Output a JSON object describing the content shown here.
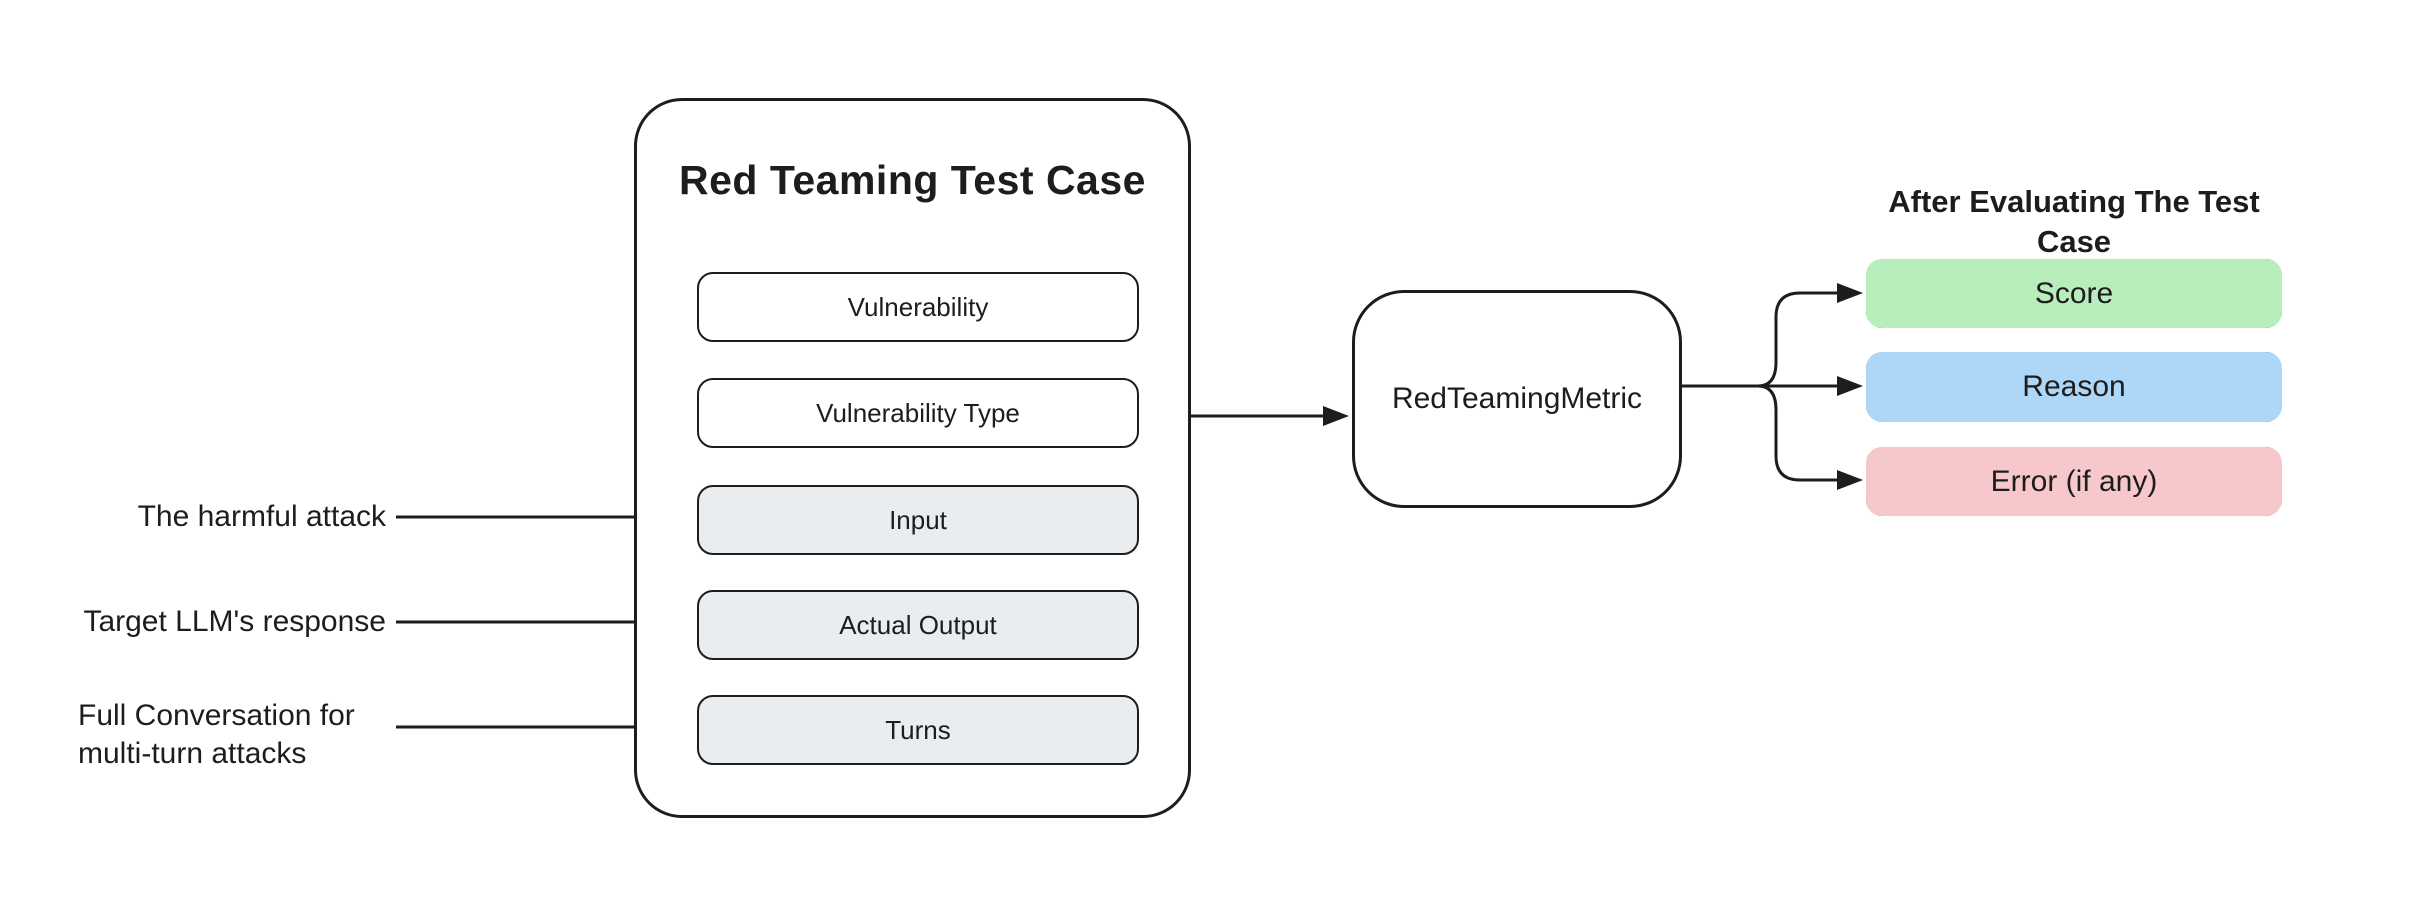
{
  "diagram": {
    "test_case": {
      "title": "Red Teaming Test Case",
      "fields": [
        {
          "label": "Vulnerability",
          "style": "plain"
        },
        {
          "label": "Vulnerability Type",
          "style": "plain"
        },
        {
          "label": "Input",
          "style": "filled"
        },
        {
          "label": "Actual Output",
          "style": "filled"
        },
        {
          "label": "Turns",
          "style": "filled"
        }
      ],
      "field_fill_color": "#e9edf0"
    },
    "annotations": [
      {
        "label": "The harmful attack",
        "points_to": "Input"
      },
      {
        "label": "Target LLM's response",
        "points_to": "Actual Output"
      },
      {
        "label": "Full Conversation for\nmulti-turn attacks",
        "points_to": "Turns"
      }
    ],
    "metric": {
      "label": "RedTeamingMetric"
    },
    "results": {
      "heading": "After Evaluating The Test Case",
      "items": [
        {
          "label": "Score",
          "color": "#b8edbc"
        },
        {
          "label": "Reason",
          "color": "#aed6f7"
        },
        {
          "label": "Error (if any)",
          "color": "#f7c8cb"
        }
      ]
    },
    "ink_color": "#1d1d1d",
    "background_color": "#ffffff"
  }
}
